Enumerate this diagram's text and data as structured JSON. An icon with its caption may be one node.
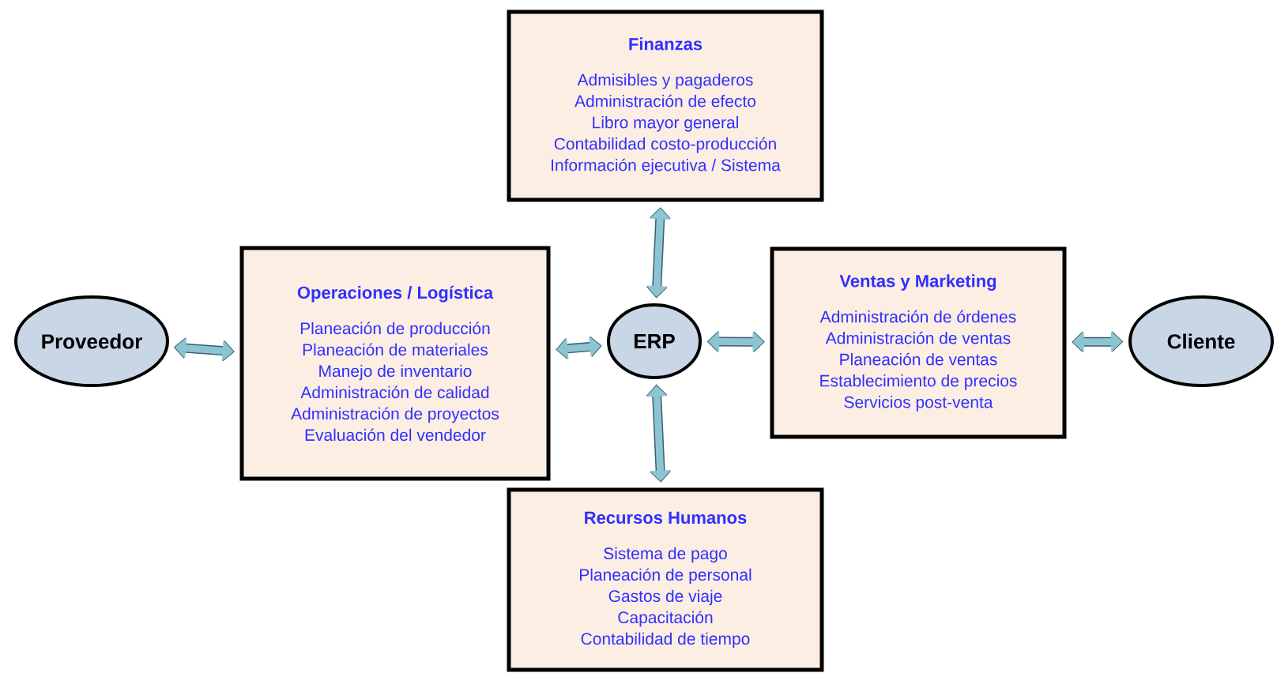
{
  "diagram": {
    "nodes": [
      {
        "text": [
          "Finanzas",
          "Admisibles y pagaderos",
          "Administración de efecto",
          "Libro mayor general",
          "Contabilidad costo-producción",
          "Información ejecutiva / Sistema"
        ]
      },
      {
        "text": [
          "Proveedor"
        ]
      },
      {
        "text": [
          "Operaciones / Logística",
          "Planeación de producción",
          "Planeación de materiales",
          "Manejo de inventario",
          "Administración de calidad",
          "Administración de proyectos",
          "Evaluación del vendedor"
        ]
      },
      {
        "text": [
          "ERP"
        ]
      },
      {
        "text": [
          "Ventas y Marketing",
          "Administración de órdenes",
          "Administración de ventas",
          "Planeación de ventas",
          "Establecimiento de precios",
          "Servicios post-venta"
        ]
      },
      {
        "text": [
          "Cliente"
        ]
      },
      {
        "text": [
          "Recursos Humanos",
          "Sistema de pago",
          "Planeación de personal",
          "Gastos de viaje",
          "Capacitación",
          "Contabilidad de tiempo"
        ]
      }
    ],
    "edges": [
      {
        "from": 1,
        "to": 2,
        "arrow": "both"
      },
      {
        "from": 2,
        "to": 3,
        "arrow": "both"
      },
      {
        "from": 3,
        "to": 0,
        "arrow": "both"
      },
      {
        "from": 3,
        "to": 4,
        "arrow": "both"
      },
      {
        "from": 4,
        "to": 5,
        "arrow": "both"
      },
      {
        "from": 3,
        "to": 6,
        "arrow": "both"
      }
    ]
  }
}
